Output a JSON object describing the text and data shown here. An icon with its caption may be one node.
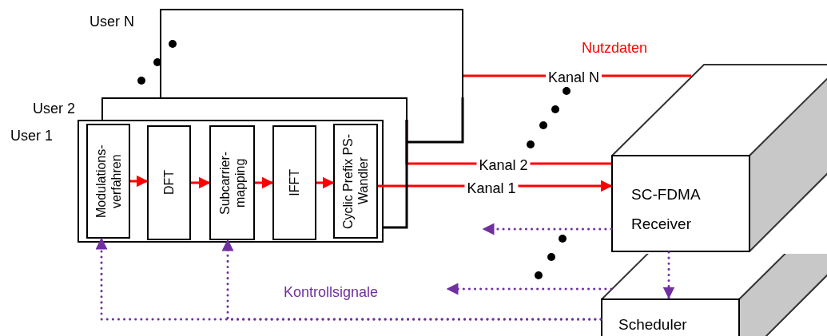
{
  "diagram": {
    "nodes": [
      {
        "text": [
          "User N"
        ]
      },
      {
        "text": [
          "User 2"
        ]
      },
      {
        "text": [
          "User 1"
        ]
      },
      {
        "text": [
          "Modulations-verfahren"
        ],
        "in": 2
      },
      {
        "text": [
          "DFT"
        ],
        "in": 2
      },
      {
        "text": [
          "Subcarrier-mapping"
        ],
        "in": 2
      },
      {
        "text": [
          "IFFT"
        ],
        "in": 2
      },
      {
        "text": [
          "Cyclic Prefix PS-Wandler"
        ],
        "in": 2
      },
      {
        "text": [
          "SC-FDMA Receiver"
        ]
      },
      {
        "text": [
          "Scheduler"
        ]
      }
    ],
    "edges": [
      {
        "from": 3,
        "to": 4,
        "arrow": "to"
      },
      {
        "from": 4,
        "to": 5,
        "arrow": "to"
      },
      {
        "from": 5,
        "to": 6,
        "arrow": "to"
      },
      {
        "from": 6,
        "to": 7,
        "arrow": "to"
      },
      {
        "from": 7,
        "to": 8,
        "arrow": "to",
        "label": "Kanal 1"
      },
      {
        "from": 1,
        "to": 8,
        "arrow": "none",
        "label": "Kanal 2"
      },
      {
        "from": 0,
        "to": 8,
        "arrow": "none",
        "label": "Kanal N"
      },
      {
        "from": 8,
        "to": null,
        "arrow": "to",
        "style": "dashed",
        "color": "#7030a0"
      },
      {
        "from": 9,
        "to": null,
        "arrow": "to",
        "style": "dashed",
        "color": "#7030a0"
      },
      {
        "from": 8,
        "to": 9,
        "arrow": "to",
        "style": "dashed",
        "color": "#7030a0"
      },
      {
        "from": 9,
        "to": 3,
        "arrow": "to",
        "style": "dashed",
        "color": "#7030a0"
      },
      {
        "from": 9,
        "to": 5,
        "arrow": "to",
        "style": "dashed",
        "color": "#7030a0"
      }
    ],
    "labels": [
      "Nutzdaten",
      "Kontrollsignale"
    ]
  }
}
